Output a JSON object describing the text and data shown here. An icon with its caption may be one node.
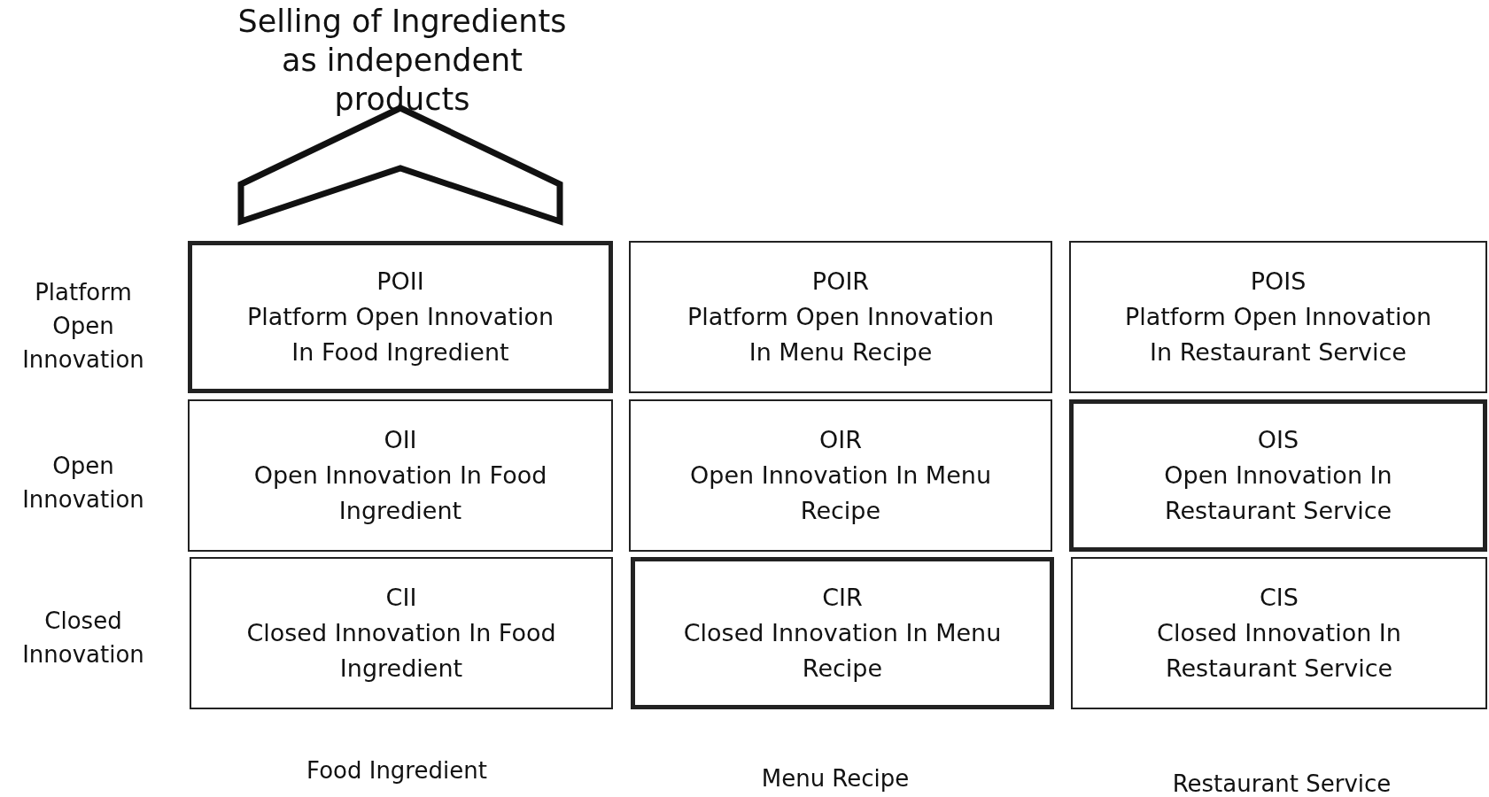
{
  "diagram": {
    "nodes": [
      {
        "text": [
          "Selling of Ingredients as independent products"
        ]
      },
      {
        "text": [
          "POII",
          "Platform Open Innovation In Food Ingredient"
        ]
      },
      {
        "text": [
          "POIR",
          "Platform Open Innovation In Menu Recipe"
        ]
      },
      {
        "text": [
          "POIS",
          "Platform Open Innovation In Restaurant Service"
        ]
      },
      {
        "text": [
          "OII",
          "Open Innovation In Food Ingredient"
        ]
      },
      {
        "text": [
          "OIR",
          "Open Innovation In Menu Recipe"
        ]
      },
      {
        "text": [
          "OIS",
          "Open Innovation In Restaurant Service"
        ]
      },
      {
        "text": [
          "CII",
          "Closed Innovation In Food Ingredient"
        ]
      },
      {
        "text": [
          "CIR",
          "Closed Innovation In Menu Recipe"
        ]
      },
      {
        "text": [
          "CIS",
          "Closed Innovation In Restaurant Service"
        ]
      }
    ],
    "edges": [
      {
        "from": 1,
        "to": 0,
        "arrow": "to",
        "style": "thick"
      }
    ],
    "labels": [
      "Platform Open Innovation",
      "Open Innovation",
      "Closed Innovation",
      "Food Ingredient",
      "Menu Recipe",
      "Restaurant Service"
    ]
  }
}
